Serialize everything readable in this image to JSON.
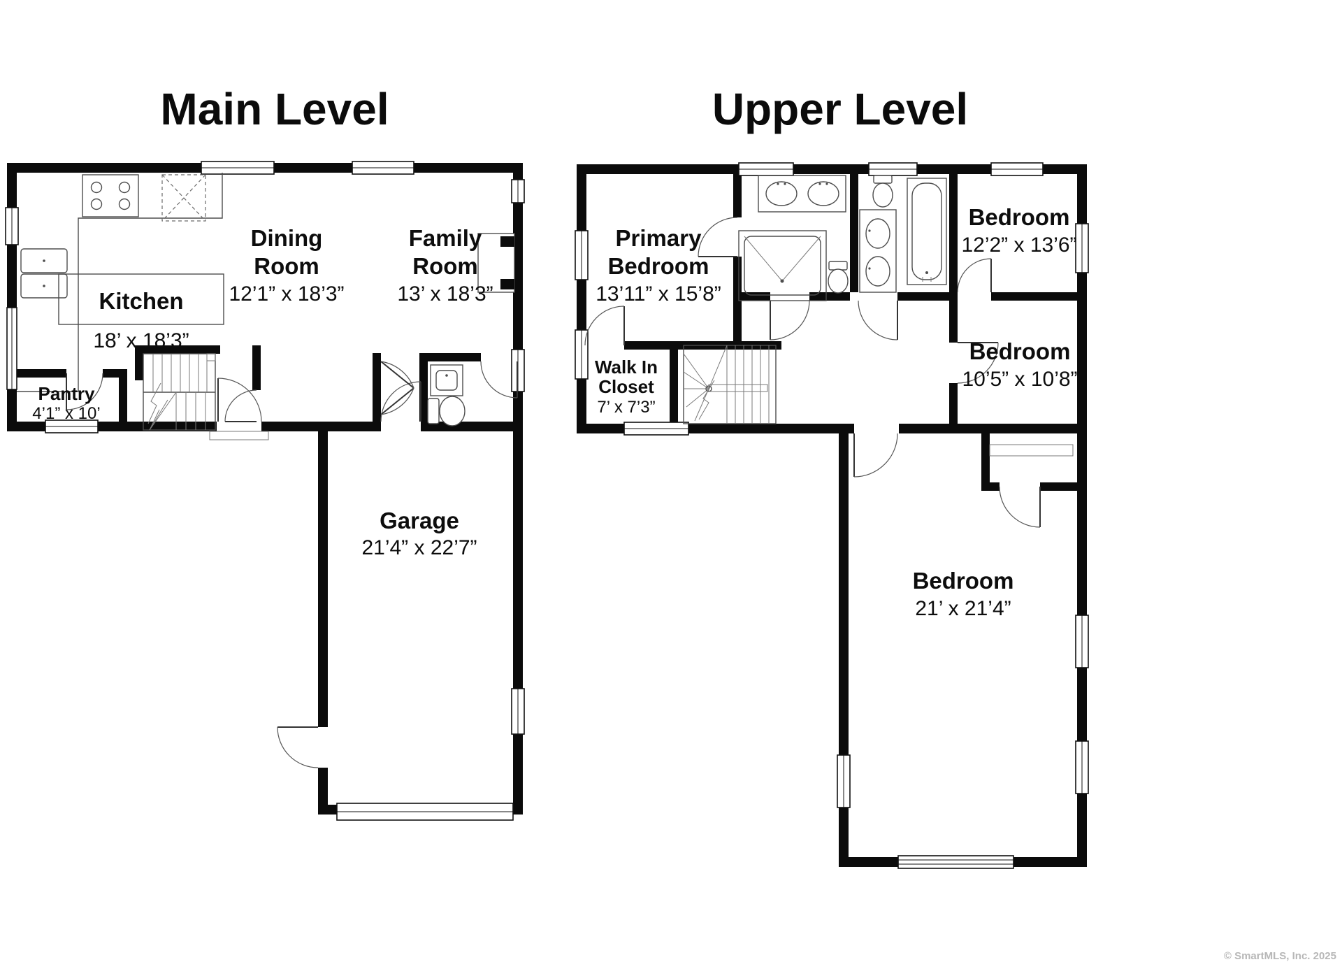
{
  "watermark": {
    "text": "© SmartMLS, Inc.  2025",
    "color": "#b7b7b7"
  },
  "levels": {
    "main": {
      "title": "Main Level",
      "rooms": {
        "kitchen": {
          "name": "Kitchen",
          "dims": "18’ x 18’3”"
        },
        "dining": {
          "line1": "Dining",
          "line2": "Room",
          "dims": "12’1” x 18’3”"
        },
        "family": {
          "line1": "Family",
          "line2": "Room",
          "dims": "13’ x 18’3”"
        },
        "pantry": {
          "name": "Pantry",
          "dims": "4’1” x 10’"
        },
        "garage": {
          "name": "Garage",
          "dims": "21’4” x 22’7”"
        }
      }
    },
    "upper": {
      "title": "Upper Level",
      "rooms": {
        "primary": {
          "line1": "Primary",
          "line2": "Bedroom",
          "dims": "13’11” x 15’8”"
        },
        "bedroom_top_right": {
          "name": "Bedroom",
          "dims": "12’2” x 13’6”"
        },
        "bedroom_mid_right": {
          "name": "Bedroom",
          "dims": "10’5” x 10’8”"
        },
        "walk_in_closet": {
          "line1": "Walk In",
          "line2": "Closet",
          "dims": "7’ x 7’3”"
        },
        "bedroom_large": {
          "name": "Bedroom",
          "dims": "21’ x 21’4”"
        }
      }
    }
  }
}
